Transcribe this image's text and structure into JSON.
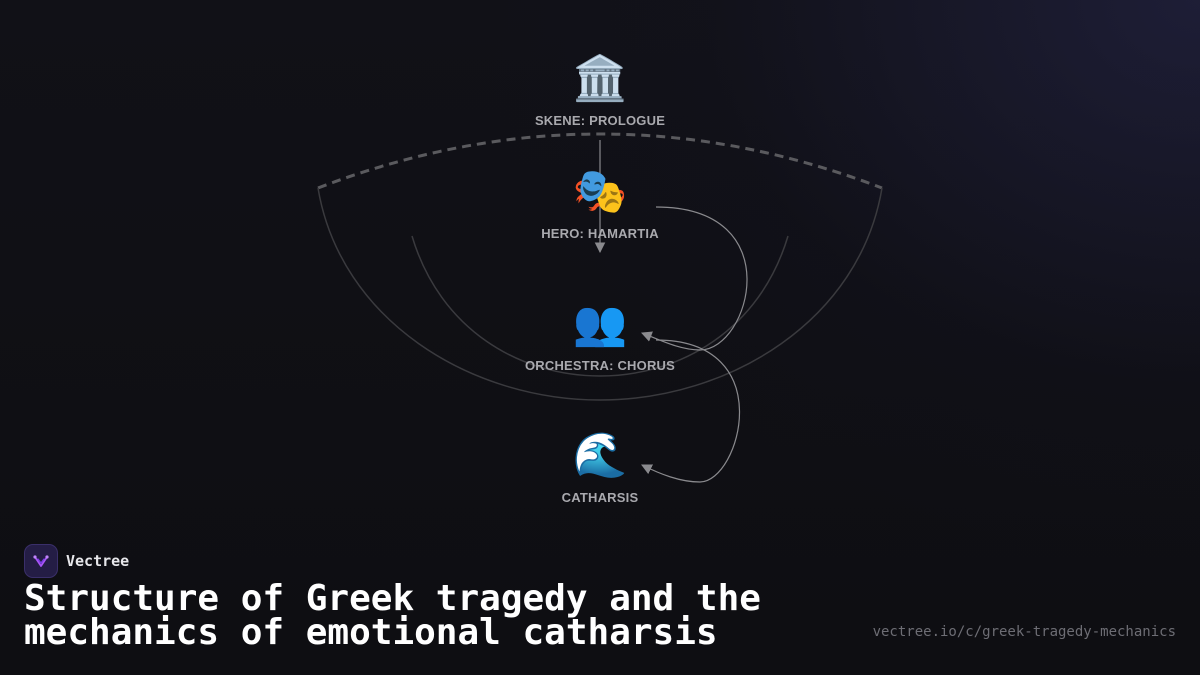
{
  "diagram": {
    "nodes": [
      {
        "id": "skene",
        "icon": "🏛️",
        "icon_name": "greek-temple-icon",
        "label": "SKENE: PROLOGUE"
      },
      {
        "id": "hero",
        "icon": "🎭",
        "icon_name": "theater-masks-icon",
        "label": "HERO: HAMARTIA"
      },
      {
        "id": "orchestra",
        "icon": "👥",
        "icon_name": "people-icon",
        "label": "ORCHESTRA: CHORUS"
      },
      {
        "id": "catharsis",
        "icon": "🌊",
        "icon_name": "wave-icon",
        "label": "CATHARSIS"
      }
    ],
    "edges": [
      {
        "from": "skene",
        "to": "hero"
      },
      {
        "from": "hero",
        "to": "orchestra"
      },
      {
        "from": "orchestra",
        "to": "catharsis"
      }
    ]
  },
  "brand": {
    "name": "Vectree",
    "logo_icon": "vectree-logo-icon"
  },
  "footer": {
    "title": "Structure of Greek tragedy and the mechanics of emotional catharsis",
    "url": "vectree.io/c/greek-tragedy-mechanics"
  },
  "colors": {
    "background": "#0f0f13",
    "label": "#a9a9ae",
    "lines": "#8a8a8e",
    "brand_accent": "#8b5cf6"
  }
}
